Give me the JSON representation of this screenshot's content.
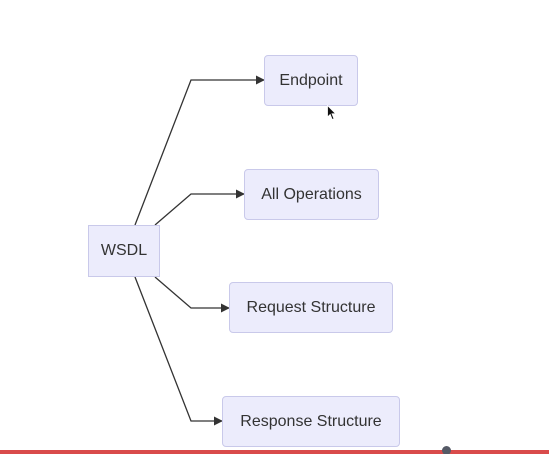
{
  "diagram": {
    "root": {
      "label": "WSDL"
    },
    "children": [
      {
        "label": "Endpoint"
      },
      {
        "label": "All Operations"
      },
      {
        "label": "Request Structure"
      },
      {
        "label": "Response Structure"
      }
    ]
  },
  "colors": {
    "node_fill": "#ececfc",
    "node_border": "#c9c9ea",
    "edge": "#333333",
    "progress_bar": "#d94b4b"
  }
}
